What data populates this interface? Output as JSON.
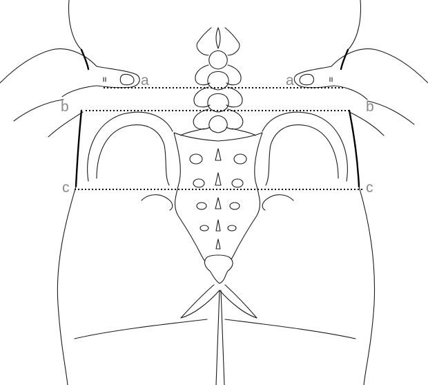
{
  "labels": {
    "left_a": "a",
    "right_a": "a",
    "left_b": "b",
    "right_b": "b",
    "left_c": "c",
    "right_c": "c"
  },
  "colors": {
    "label": "#8a8a8a",
    "line": "#000000",
    "background": "#ffffff"
  },
  "icons": [
    "left-hand-icon",
    "right-hand-icon",
    "sacrum-icon",
    "lumbar-spine-icon",
    "pelvis-outline-icon"
  ]
}
